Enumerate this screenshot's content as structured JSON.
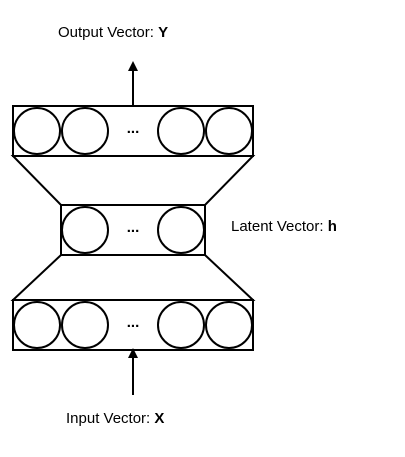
{
  "labels": {
    "output_prefix": "Output Vector: ",
    "output_var": "Y",
    "latent_prefix": "Latent Vector: ",
    "latent_var": "h",
    "input_prefix": "Input Vector: ",
    "input_var": "X"
  },
  "ellipsis": "...",
  "stroke_color": "#000000"
}
